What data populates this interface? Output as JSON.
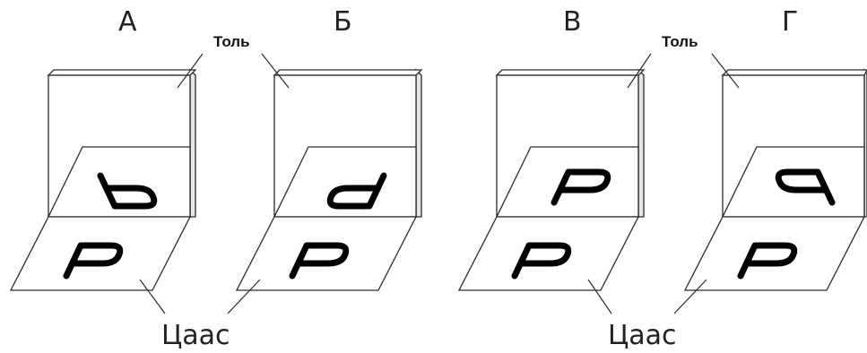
{
  "options": [
    {
      "id": "a",
      "label": "А",
      "reflection": "mirror-vertical"
    },
    {
      "id": "b",
      "label": "Б",
      "reflection": "mirror-horizontal-vertical"
    },
    {
      "id": "c",
      "label": "В",
      "reflection": "identical"
    },
    {
      "id": "d",
      "label": "Г",
      "reflection": "mirror-horizontal"
    }
  ],
  "labels": {
    "tol_left": "Толь",
    "tol_right": "Толь",
    "paper_left": "Цаас",
    "paper_right": "Цаас"
  },
  "colors": {
    "stroke": "#2b2b2b",
    "letter": "#000000",
    "side_face": "#e6e6e6"
  }
}
